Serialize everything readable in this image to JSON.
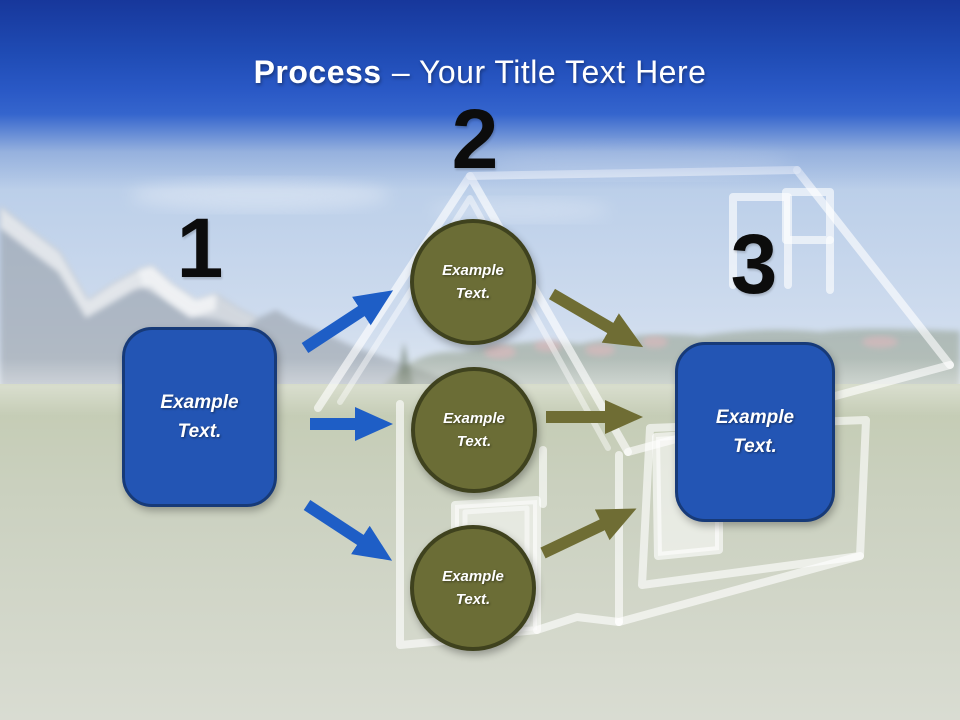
{
  "title": {
    "bold": "Process",
    "rest": "– Your Title Text Here"
  },
  "steps": [
    {
      "number": "1",
      "label": "Example Text."
    },
    {
      "number": "2",
      "circles": [
        {
          "label": "Example Text."
        },
        {
          "label": "Example Text."
        },
        {
          "label": "Example Text."
        }
      ]
    },
    {
      "number": "3",
      "label": "Example Text."
    }
  ],
  "colors": {
    "header_blue_top": "#17379b",
    "header_blue_mid": "#2a59c6",
    "box_fill": "#2355b4",
    "box_border": "#173a78",
    "circle_fill": "#6b6d36",
    "circle_border": "#3f421e",
    "arrow_blue": "#1e5ec6",
    "arrow_olive": "#6f6d34",
    "number_color": "#0c0c0c",
    "title_color": "#ffffff"
  }
}
